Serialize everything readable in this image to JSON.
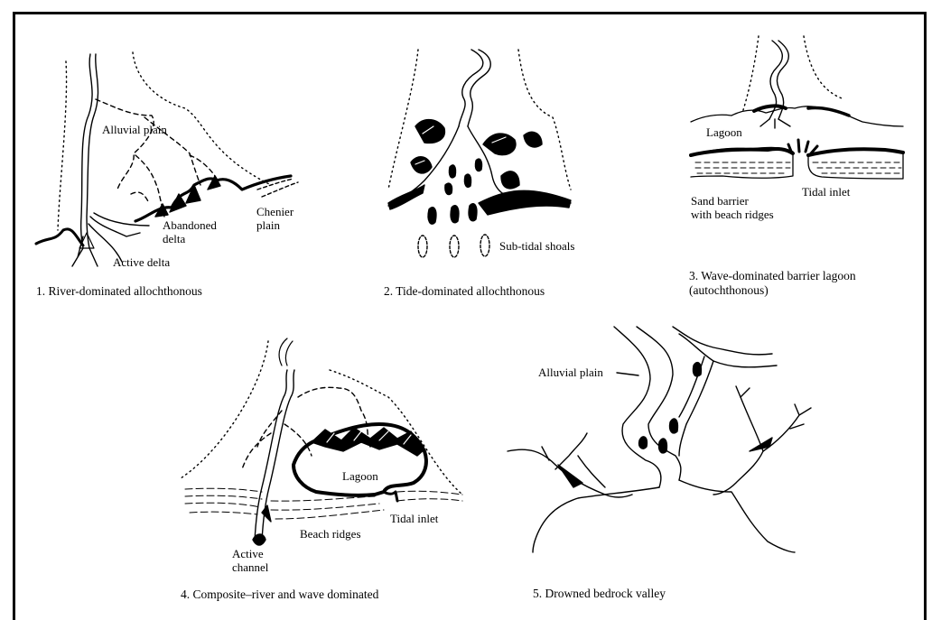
{
  "panels": [
    {
      "caption": "1. River-dominated allochthonous",
      "labels": {
        "alluvial_plain": "Alluvial plain",
        "abandoned_delta": "Abandoned\ndelta",
        "chenier_plain": "Chenier\nplain",
        "active_delta": "Active delta"
      }
    },
    {
      "caption": "2. Tide-dominated allochthonous",
      "labels": {
        "sub_tidal_shoals": "Sub-tidal shoals"
      }
    },
    {
      "caption": "3. Wave-dominated barrier lagoon\n(autochthonous)",
      "labels": {
        "lagoon": "Lagoon",
        "tidal_inlet": "Tidal inlet",
        "sand_barrier": "Sand barrier\nwith beach ridges"
      }
    },
    {
      "caption": "4. Composite–river and wave dominated",
      "labels": {
        "lagoon": "Lagoon",
        "tidal_inlet": "Tidal inlet",
        "beach_ridges": "Beach ridges",
        "active_channel": "Active\nchannel"
      }
    },
    {
      "caption": "5. Drowned bedrock valley",
      "labels": {
        "alluvial_plain": "Alluvial plain"
      }
    }
  ]
}
